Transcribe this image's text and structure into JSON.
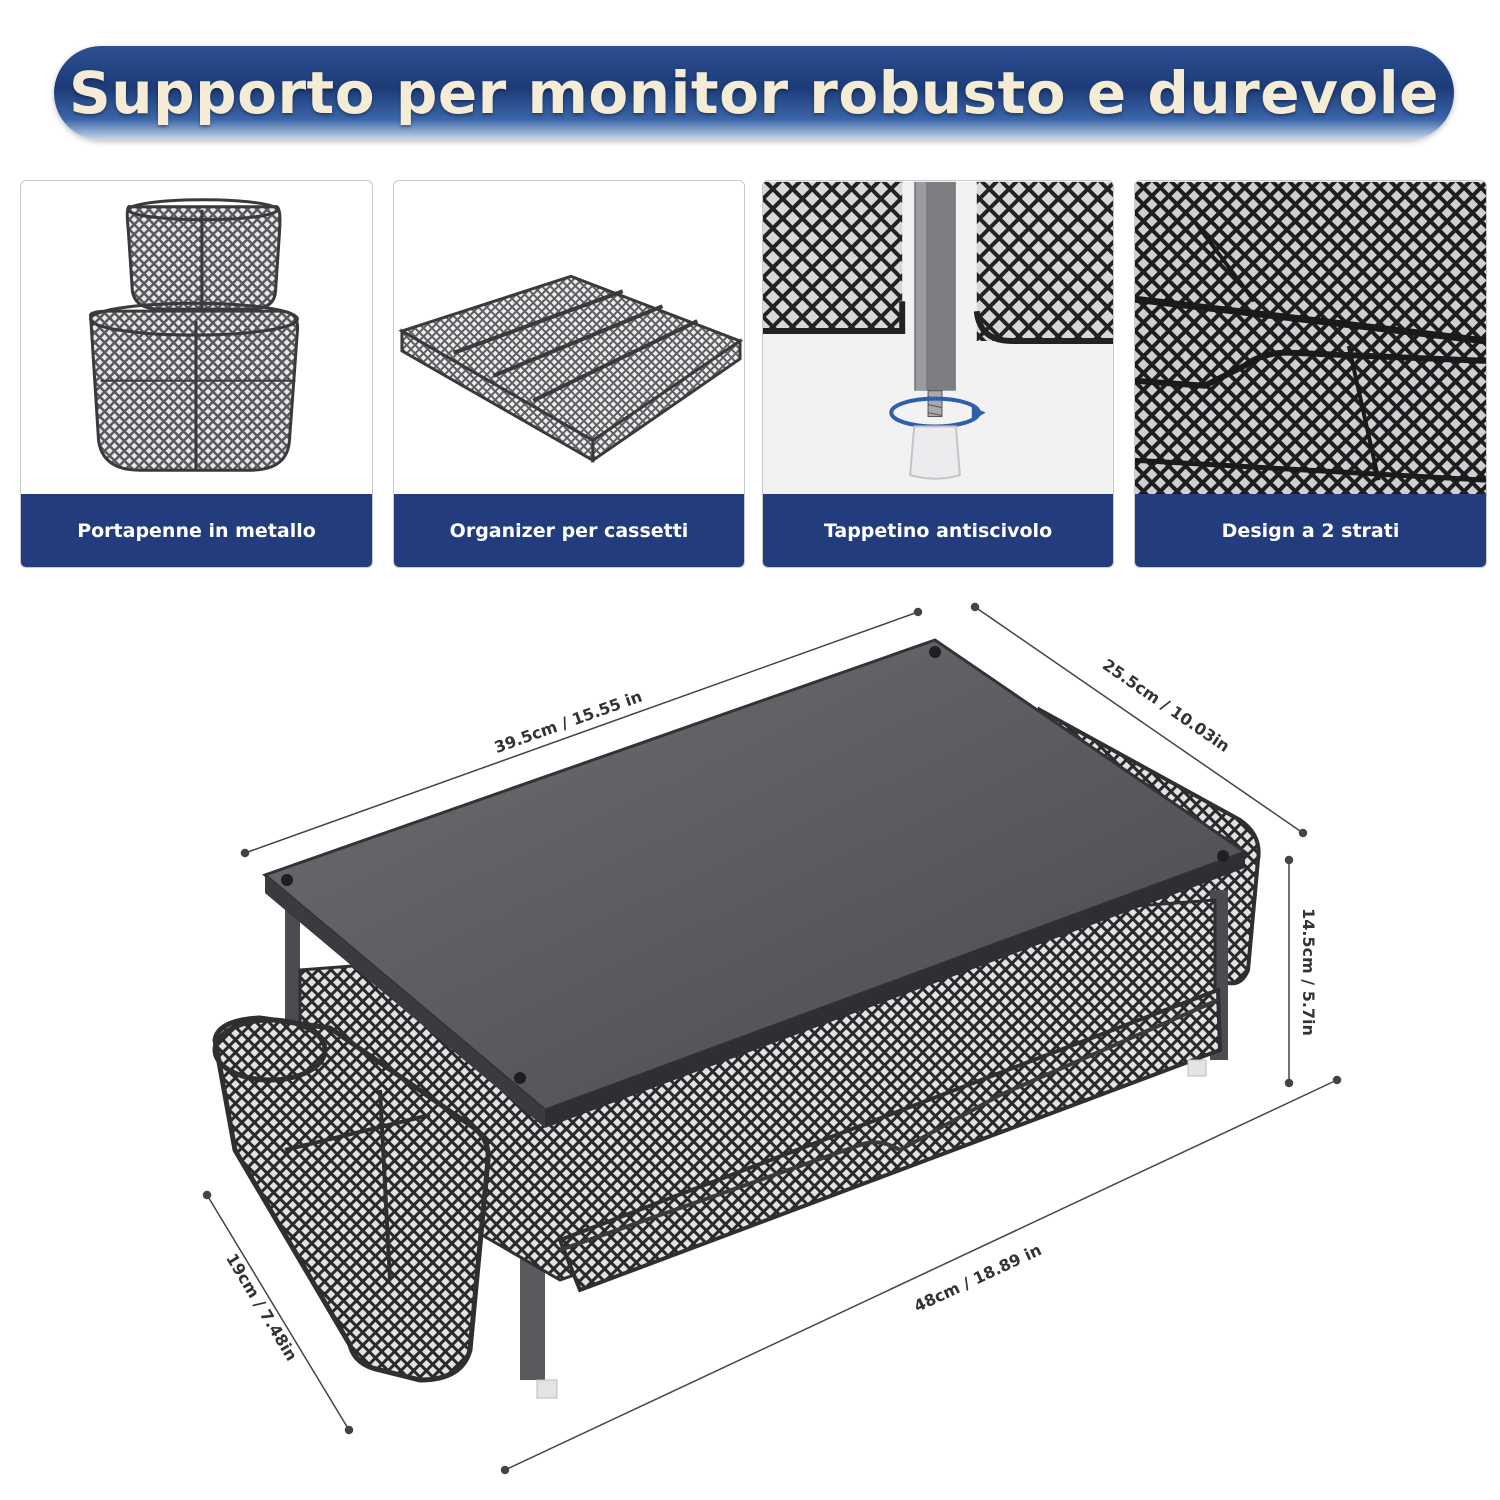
{
  "title": "Supporto per monitor robusto e durevole",
  "features": [
    {
      "label": "Portapenne in metallo"
    },
    {
      "label": "Organizer per cassetti"
    },
    {
      "label": "Tappetino antiscivolo"
    },
    {
      "label": "Design a 2 strati"
    }
  ],
  "dimensions": {
    "top_length": "39.5cm / 15.55 in",
    "depth": "25.5cm / 10.03in",
    "height": "14.5cm / 5.7in",
    "bottom_length": "48cm / 18.89 in",
    "holder_width": "19cm / 7.48in"
  },
  "colors": {
    "banner": "#1d3b78",
    "caption": "#223c7d",
    "title_text": "#f4ecd4",
    "product": "#3a3a3c"
  }
}
